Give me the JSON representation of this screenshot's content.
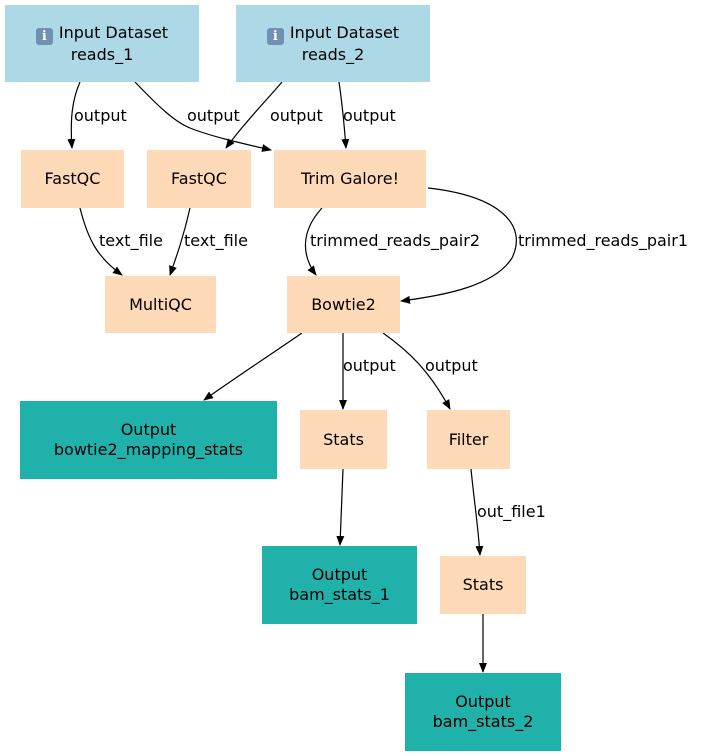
{
  "nodes": {
    "input1": {
      "kind": "input",
      "title": "Input Dataset",
      "name": "reads_1"
    },
    "input2": {
      "kind": "input",
      "title": "Input Dataset",
      "name": "reads_2"
    },
    "fastqc1": {
      "kind": "tool",
      "label": "FastQC"
    },
    "fastqc2": {
      "kind": "tool",
      "label": "FastQC"
    },
    "trim": {
      "kind": "tool",
      "label": "Trim Galore!"
    },
    "multiqc": {
      "kind": "tool",
      "label": "MultiQC"
    },
    "bowtie2": {
      "kind": "tool",
      "label": "Bowtie2"
    },
    "out_mapping": {
      "kind": "output",
      "title": "Output",
      "name": "bowtie2_mapping_stats"
    },
    "stats1": {
      "kind": "tool",
      "label": "Stats"
    },
    "filter": {
      "kind": "tool",
      "label": "Filter"
    },
    "out_bam1": {
      "kind": "output",
      "title": "Output",
      "name": "bam_stats_1"
    },
    "stats2": {
      "kind": "tool",
      "label": "Stats"
    },
    "out_bam2": {
      "kind": "output",
      "title": "Output",
      "name": "bam_stats_2"
    }
  },
  "edge_labels": {
    "in1_fastqc": "output",
    "in1_trim": "output",
    "in2_fastqc": "output",
    "in2_trim": "output",
    "fastqc1_multiqc": "text_file",
    "fastqc2_multiqc": "text_file",
    "trim_bowtie_pair2": "trimmed_reads_pair2",
    "trim_bowtie_pair1": "trimmed_reads_pair1",
    "bowtie_stats": "output",
    "bowtie_filter": "output",
    "filter_stats": "out_file1"
  },
  "colors": {
    "input": "#add8e6",
    "tool": "#ffdab9",
    "output": "#20b2aa",
    "edge": "#000000"
  },
  "icons": {
    "input": "info-icon"
  }
}
